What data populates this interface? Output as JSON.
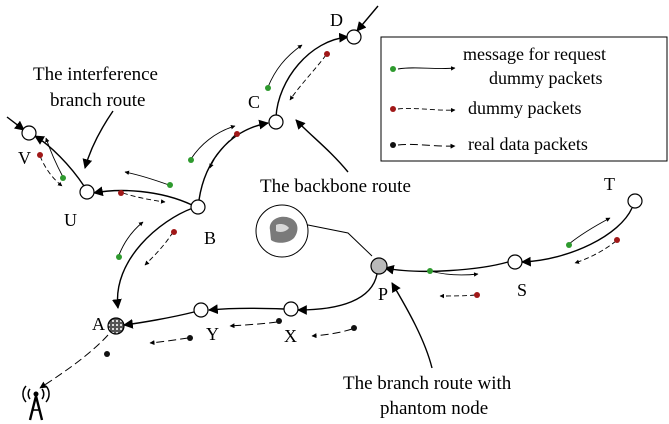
{
  "legend": {
    "items": [
      {
        "text": "message for request",
        "color": "#2e9a2e"
      },
      {
        "text": "dummy packets",
        "color": "#a01818"
      },
      {
        "text": "dummy packets",
        "color": "#a01818"
      },
      {
        "text": "real data packets",
        "color": "#111111"
      }
    ]
  },
  "labels": {
    "interference_line1": "The interference",
    "interference_line2": "branch route",
    "backbone": "The backbone route",
    "phantom_line1": "The branch route with",
    "phantom_line2": "phantom node"
  },
  "nodes": {
    "A": "A",
    "B": "B",
    "C": "C",
    "D": "D",
    "U": "U",
    "V": "V",
    "P": "P",
    "S": "S",
    "T": "T",
    "X": "X",
    "Y": "Y"
  },
  "colors": {
    "request": "#2e9a2e",
    "dummy": "#a01818",
    "real": "#111111",
    "phantom_node": "#b9b9b9"
  }
}
